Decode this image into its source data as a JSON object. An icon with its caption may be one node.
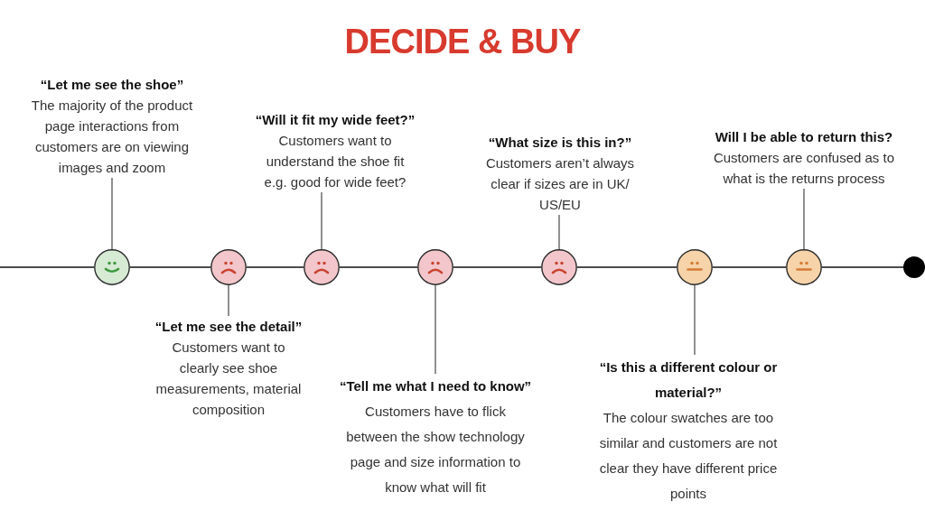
{
  "diagram": {
    "title": "DECIDE & BUY",
    "nodes": [
      {
        "text": [],
        "shape": "circle"
      },
      {
        "text": [
          "“Let me see the shoe”",
          "The majority of the product page interactions from customers are on viewing images and zoom"
        ]
      },
      {
        "text": [],
        "shape": "circle"
      },
      {
        "text": [
          "“Let me see the detail”",
          "Customers want to clearly see shoe measurements, material composition"
        ]
      },
      {
        "text": [],
        "shape": "circle"
      },
      {
        "text": [
          "“Will it fit my wide feet?”",
          "Customers want to understand the shoe fit e.g. good for wide feet?"
        ]
      },
      {
        "text": [],
        "shape": "circle"
      },
      {
        "text": [
          "“Tell me what I need to know”",
          "Customers have to flick between the show technology page and size information to know what will fit"
        ]
      },
      {
        "text": [],
        "shape": "circle"
      },
      {
        "text": [
          "“What size is this in?”",
          "Customers aren’t always clear if sizes are in UK/ US/EU"
        ]
      },
      {
        "text": [],
        "shape": "circle"
      },
      {
        "text": [
          "“Is this a different colour or material?”",
          "The colour swatches are too similar and customers are not clear they have different price points"
        ]
      },
      {
        "text": [],
        "shape": "circle"
      },
      {
        "text": [
          "Will I be able to return this?",
          "Customers are confused as to what is the returns process"
        ]
      },
      {
        "text": [],
        "shape": "circle"
      }
    ],
    "edges": [
      {
        "from": null,
        "to": 0,
        "arrow": "none"
      },
      {
        "from": 0,
        "to": 2,
        "arrow": "none"
      },
      {
        "from": 2,
        "to": 4,
        "arrow": "none"
      },
      {
        "from": 4,
        "to": 6,
        "arrow": "none"
      },
      {
        "from": 6,
        "to": 8,
        "arrow": "none"
      },
      {
        "from": 8,
        "to": 10,
        "arrow": "none"
      },
      {
        "from": 10,
        "to": 12,
        "arrow": "none"
      },
      {
        "from": 12,
        "to": 14,
        "arrow": "none"
      },
      {
        "from": 0,
        "to": 1,
        "arrow": "none",
        "color": "#555555"
      },
      {
        "from": 2,
        "to": 3,
        "arrow": "none",
        "color": "#555555"
      },
      {
        "from": 4,
        "to": 5,
        "arrow": "none",
        "color": "#555555"
      },
      {
        "from": 6,
        "to": 7,
        "arrow": "none",
        "color": "#555555"
      },
      {
        "from": 8,
        "to": 9,
        "arrow": "none",
        "color": "#555555"
      },
      {
        "from": 10,
        "to": 11,
        "arrow": "none",
        "color": "#555555"
      },
      {
        "from": 12,
        "to": 13,
        "arrow": "none",
        "color": "#555555"
      }
    ]
  }
}
